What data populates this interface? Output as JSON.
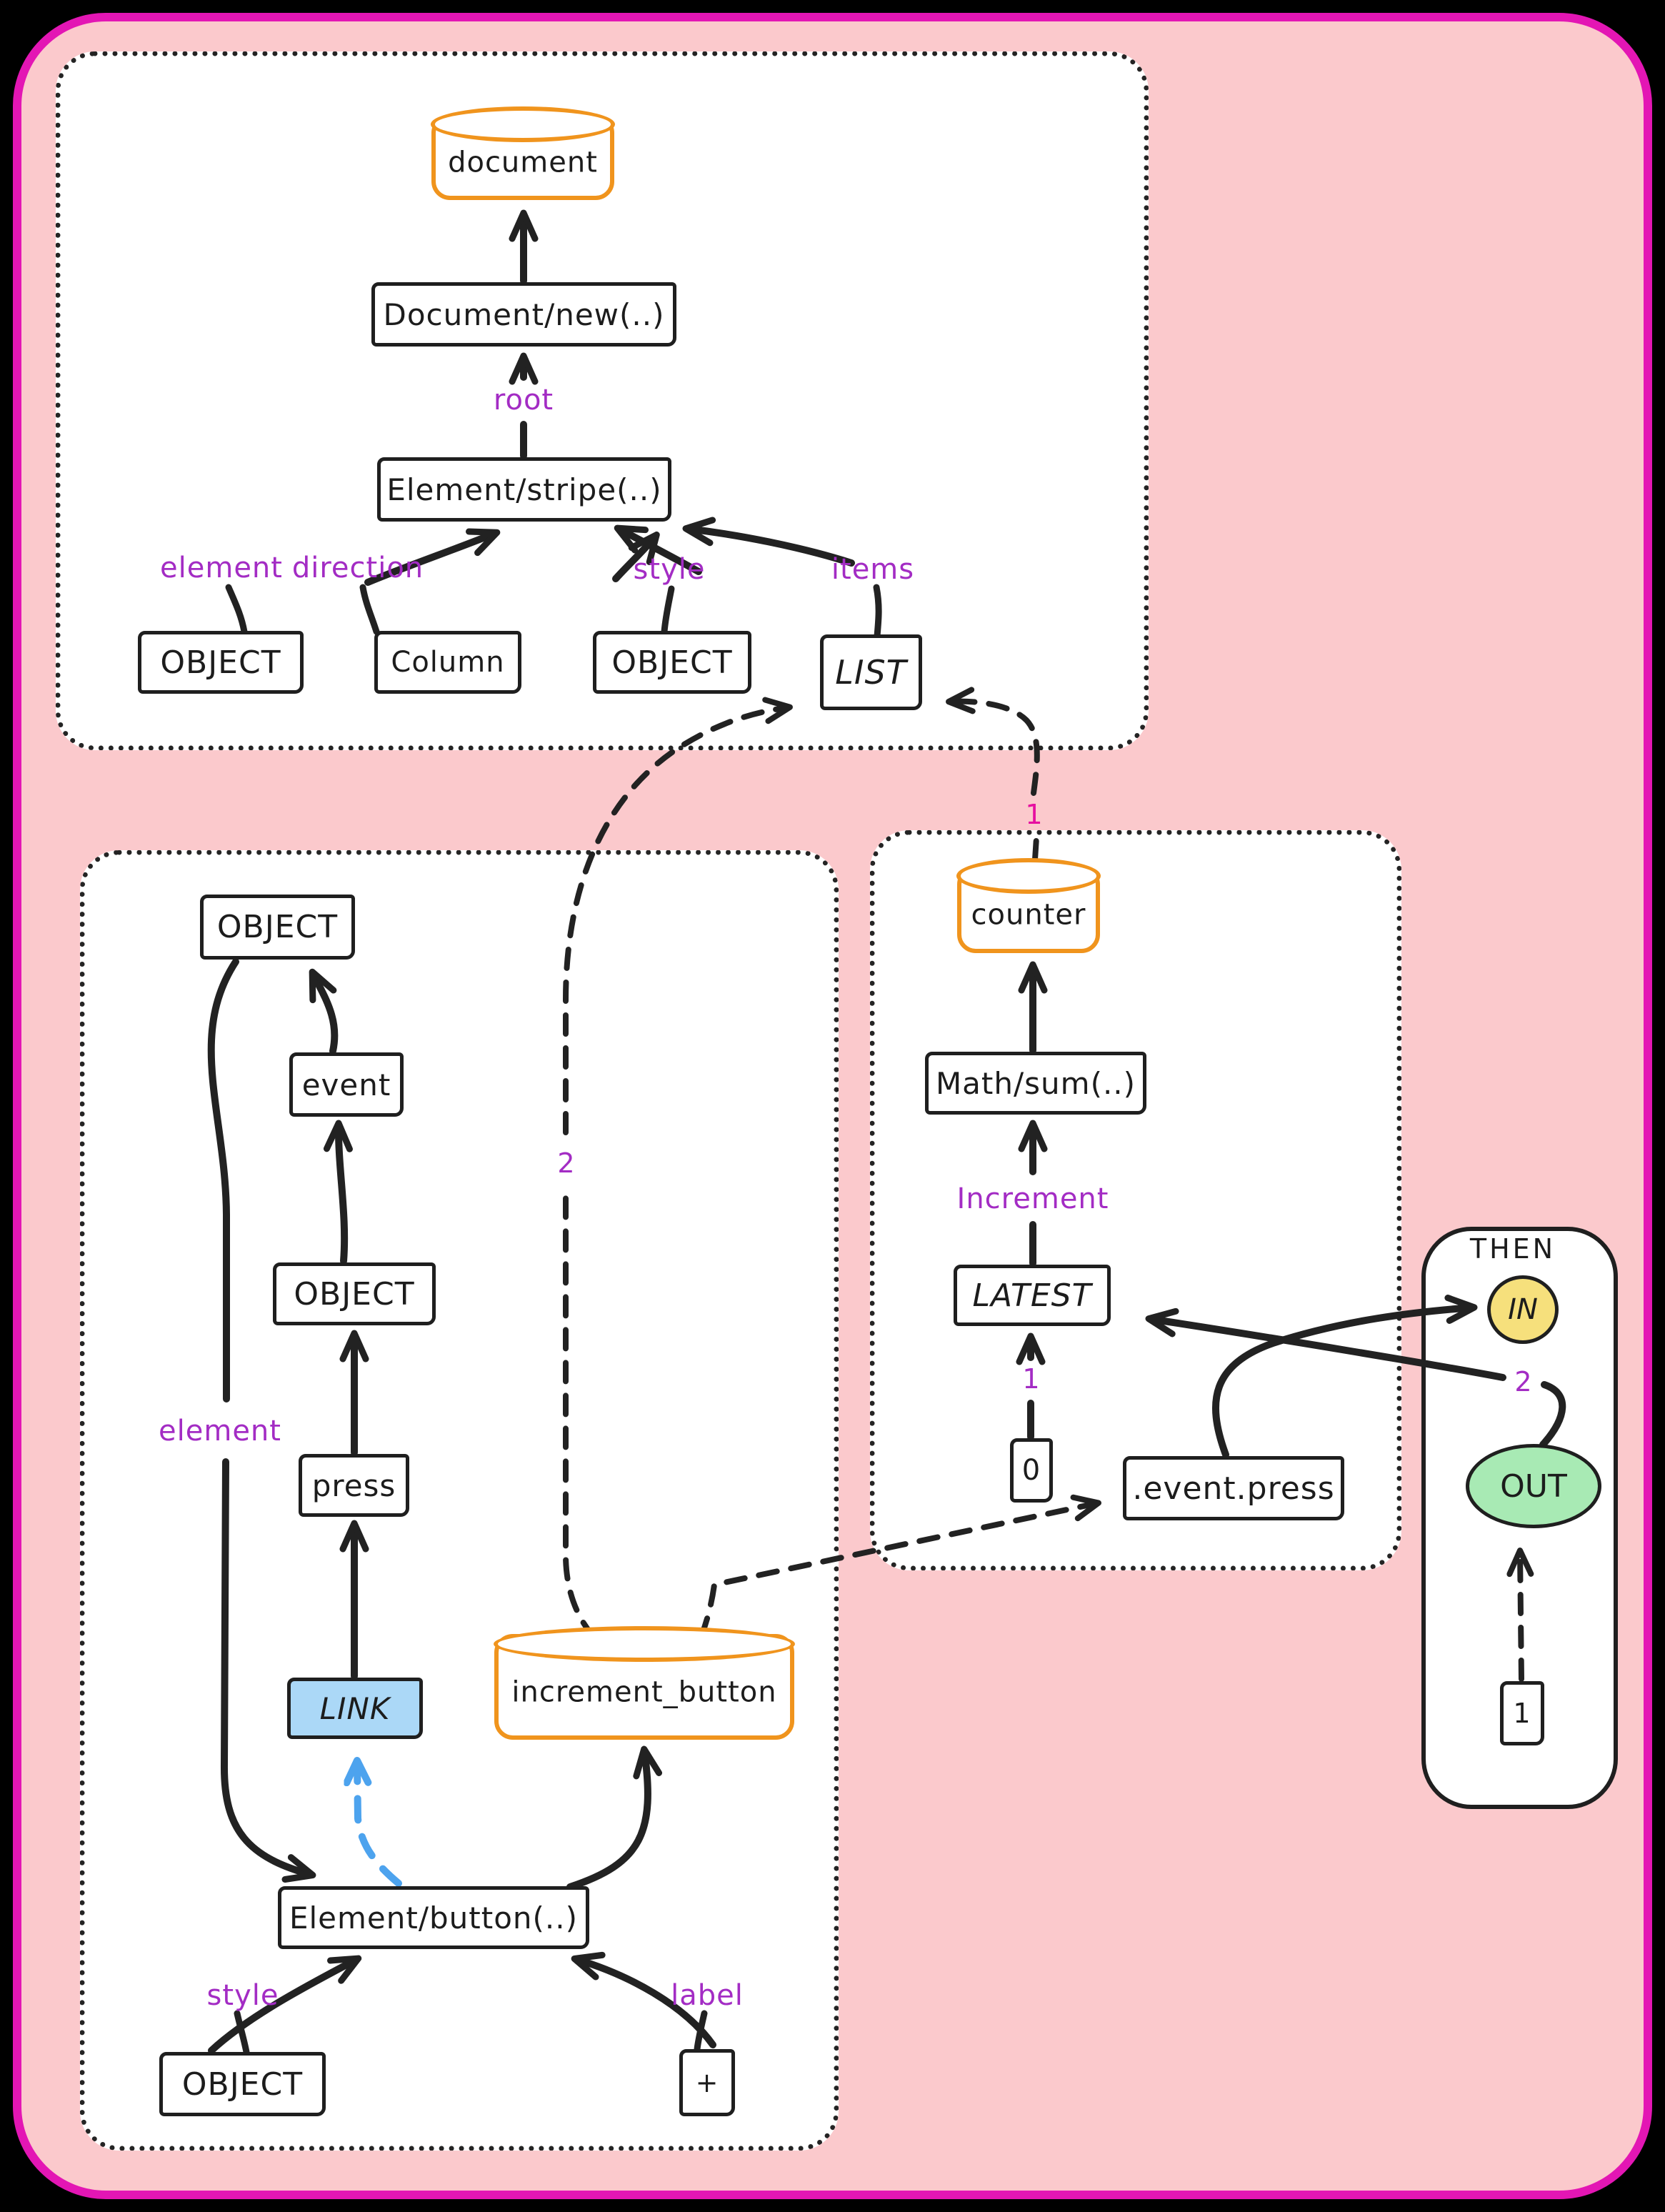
{
  "colors": {
    "frame_border": "#e316b4",
    "background_pink": "#fbc9cc",
    "panel_white": "#ffffff",
    "node_border_black": "#1f1f1f",
    "store_orange": "#f0941d",
    "link_blue_fill": "#abd8f7",
    "blue_arrow": "#4da3ee",
    "label_purple": "#a32cc4",
    "label_magenta": "#e60fa0",
    "in_yellow": "#f6e07c",
    "out_green": "#a8eab4"
  },
  "tree_panel": {
    "store": "document",
    "doc_new_fn": "Document/new(..)",
    "root_label": "root",
    "stripe_fn": "Element/stripe(..)",
    "args": [
      {
        "label": "element",
        "value": "OBJECT"
      },
      {
        "label": "direction",
        "value": "Column"
      },
      {
        "label": "style",
        "value": "OBJECT"
      },
      {
        "label": "items",
        "value": "LIST"
      }
    ]
  },
  "button_panel": {
    "object_top": "OBJECT",
    "event": "event",
    "object_mid": "OBJECT",
    "press": "press",
    "element_label": "element",
    "link": "LINK",
    "store": "increment_button",
    "button_fn": "Element/button(..)",
    "style_label": "style",
    "style_value": "OBJECT",
    "label_label": "label",
    "label_value": "+"
  },
  "counter_panel": {
    "store": "counter",
    "sum_fn": "Math/sum(..)",
    "increment_label": "Increment",
    "latest": "LATEST",
    "arg_one_label": "1",
    "zero": "0",
    "event_press": ".event.press"
  },
  "then_panel": {
    "title": "THEN",
    "in": "IN",
    "bend_label": "2",
    "out": "OUT",
    "one": "1"
  },
  "edge_labels": {
    "counter_to_list": "1",
    "button_to_list": "2"
  }
}
